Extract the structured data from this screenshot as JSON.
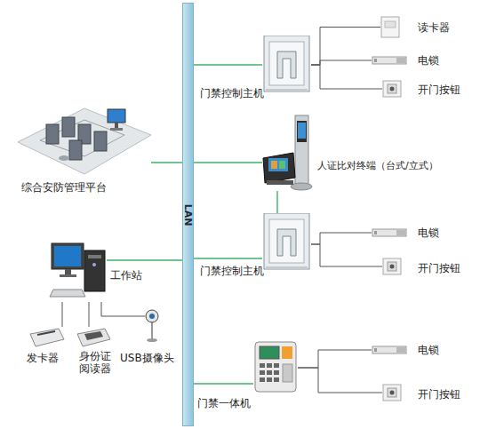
{
  "diagram": {
    "nodes": [
      {
        "text": [
          "LAN"
        ]
      },
      {
        "text": [
          "门禁控制主机"
        ]
      },
      {
        "text": [
          "读卡器"
        ]
      },
      {
        "text": [
          "电锁"
        ]
      },
      {
        "text": [
          "开门按钮"
        ]
      },
      {
        "text": [
          "综合安防管理平台"
        ]
      },
      {
        "text": [
          "人证比对终端（台式/立式）"
        ]
      },
      {
        "text": [
          "门禁控制主机"
        ]
      },
      {
        "text": [
          "电锁"
        ]
      },
      {
        "text": [
          "开门按钮"
        ]
      },
      {
        "text": [
          "工作站"
        ]
      },
      {
        "text": [
          "发卡器"
        ]
      },
      {
        "text": [
          "身份证 阅读器"
        ]
      },
      {
        "text": [
          "USB摄像头"
        ]
      },
      {
        "text": [
          "门禁一体机"
        ]
      },
      {
        "text": [
          "电锁"
        ]
      },
      {
        "text": [
          "开门按钮"
        ]
      }
    ],
    "edges": [
      {
        "from": 0,
        "to": 1,
        "arrow": "none"
      },
      {
        "from": 0,
        "to": 5,
        "arrow": "none"
      },
      {
        "from": 0,
        "to": 6,
        "arrow": "none"
      },
      {
        "from": 6,
        "to": 7,
        "arrow": "none"
      },
      {
        "from": 0,
        "to": 7,
        "arrow": "none"
      },
      {
        "from": 0,
        "to": 10,
        "arrow": "none"
      },
      {
        "from": 0,
        "to": 14,
        "arrow": "none"
      },
      {
        "from": 1,
        "to": 2,
        "arrow": "none"
      },
      {
        "from": 1,
        "to": 3,
        "arrow": "none"
      },
      {
        "from": 1,
        "to": 4,
        "arrow": "none"
      },
      {
        "from": 7,
        "to": 8,
        "arrow": "none"
      },
      {
        "from": 7,
        "to": 9,
        "arrow": "none"
      },
      {
        "from": 14,
        "to": 15,
        "arrow": "none"
      },
      {
        "from": 14,
        "to": 16,
        "arrow": "none"
      },
      {
        "from": 10,
        "to": 11,
        "arrow": "none"
      },
      {
        "from": 10,
        "to": 12,
        "arrow": "none"
      },
      {
        "from": 10,
        "to": 13,
        "arrow": "none"
      }
    ]
  }
}
